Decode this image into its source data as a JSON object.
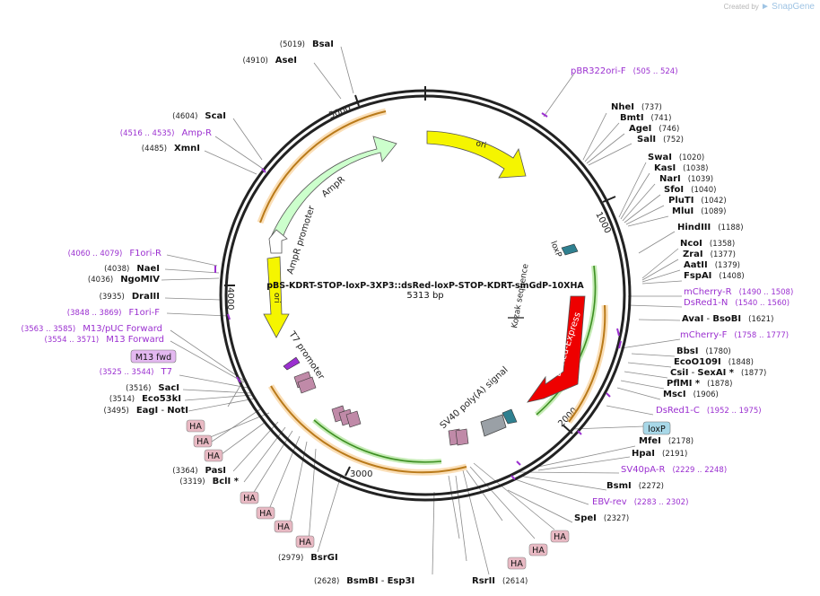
{
  "branding": {
    "created_by": "Created by",
    "app": "SnapGene"
  },
  "plasmid": {
    "name": "pBS-KDRT-STOP-loxP-3XP3::dsRed-loxP-STOP-KDRT-smGdP-10XHA",
    "length_text": "5313 bp",
    "length": 5313
  },
  "ticks": [
    "1000",
    "2000",
    "3000",
    "4000",
    "5000"
  ],
  "features": {
    "ori": "ori",
    "ampr": "AmpR",
    "ampr_promoter": "AmpR promoter",
    "ori_left": "ori",
    "t7_promoter": "T7 promoter",
    "loxp": "loxP",
    "kozak": "Kozak sequence",
    "dsred": "DsRed-Express",
    "sv40": "SV40 poly(A) signal"
  },
  "box_labels": {
    "m13fwd": "M13 fwd",
    "loxp_box": "loxP",
    "ha": "HA"
  },
  "right_labels": [
    {
      "name": "pBR322ori-F",
      "pos": "(505 .. 524)",
      "primer": true
    },
    {
      "name": "NheI",
      "pos": "(737)"
    },
    {
      "name": "BmtI",
      "pos": "(741)"
    },
    {
      "name": "AgeI",
      "pos": "(746)"
    },
    {
      "name": "SalI",
      "pos": "(752)"
    },
    {
      "name": "SwaI",
      "pos": "(1020)"
    },
    {
      "name": "KasI",
      "pos": "(1038)"
    },
    {
      "name": "NarI",
      "pos": "(1039)"
    },
    {
      "name": "SfoI",
      "pos": "(1040)"
    },
    {
      "name": "PluTI",
      "pos": "(1042)"
    },
    {
      "name": "MluI",
      "pos": "(1089)"
    },
    {
      "name": "HindIII",
      "pos": "(1188)"
    },
    {
      "name": "NcoI",
      "pos": "(1358)"
    },
    {
      "name": "ZraI",
      "pos": "(1377)"
    },
    {
      "name": "AatII",
      "pos": "(1379)"
    },
    {
      "name": "FspAI",
      "pos": "(1408)"
    },
    {
      "name": "mCherry-R",
      "pos": "(1490 .. 1508)",
      "primer": true
    },
    {
      "name": "DsRed1-N",
      "pos": "(1540 .. 1560)",
      "primer": true
    },
    {
      "name": "AvaI",
      "name2": "BsoBI",
      "pos": "(1621)"
    },
    {
      "name": "mCherry-F",
      "pos": "(1758 .. 1777)",
      "primer": true
    },
    {
      "name": "BbsI",
      "pos": "(1780)"
    },
    {
      "name": "EcoO109I",
      "pos": "(1848)"
    },
    {
      "name": "CsiI",
      "name2": "SexAI *",
      "pos": "(1877)"
    },
    {
      "name": "PflMI *",
      "pos": "(1878)"
    },
    {
      "name": "MscI",
      "pos": "(1906)"
    },
    {
      "name": "DsRed1-C",
      "pos": "(1952 .. 1975)",
      "primer": true
    },
    {
      "name": "MfeI",
      "pos": "(2178)"
    },
    {
      "name": "HpaI",
      "pos": "(2191)"
    },
    {
      "name": "SV40pA-R",
      "pos": "(2229 .. 2248)",
      "primer": true
    },
    {
      "name": "BsmI",
      "pos": "(2272)"
    },
    {
      "name": "EBV-rev",
      "pos": "(2283 .. 2302)",
      "primer": true
    },
    {
      "name": "SpeI",
      "pos": "(2327)"
    }
  ],
  "bottom_labels": [
    {
      "name": "RsrII",
      "pos": "(2614)"
    },
    {
      "name": "BsmBI",
      "name2": "Esp3I",
      "pos": "(2628)"
    },
    {
      "name": "BsrGI",
      "pos": "(2979)"
    }
  ],
  "left_labels": [
    {
      "name": "BsaI",
      "pos": "(5019)"
    },
    {
      "name": "AseI",
      "pos": "(4910)"
    },
    {
      "name": "ScaI",
      "pos": "(4604)"
    },
    {
      "name": "Amp-R",
      "pos": "(4516 .. 4535)",
      "primer": true
    },
    {
      "name": "XmnI",
      "pos": "(4485)"
    },
    {
      "name": "F1ori-R",
      "pos": "(4060 .. 4079)",
      "primer": true
    },
    {
      "name": "NaeI",
      "pos": "(4038)"
    },
    {
      "name": "NgoMIV",
      "pos": "(4036)"
    },
    {
      "name": "DraIII",
      "pos": "(3935)"
    },
    {
      "name": "F1ori-F",
      "pos": "(3848 .. 3869)",
      "primer": true
    },
    {
      "name": "M13/pUC Forward",
      "pos": "(3563 .. 3585)",
      "primer": true
    },
    {
      "name": "M13 Forward",
      "pos": "(3554 .. 3571)",
      "primer": true
    },
    {
      "name": "T7",
      "pos": "(3525 .. 3544)",
      "primer": true
    },
    {
      "name": "SacI",
      "pos": "(3516)"
    },
    {
      "name": "Eco53kI",
      "pos": "(3514)"
    },
    {
      "name": "EagI",
      "name2": "NotI",
      "pos": "(3495)"
    },
    {
      "name": "PasI",
      "pos": "(3364)"
    },
    {
      "name": "BclI *",
      "pos": "(3319)"
    }
  ],
  "colors": {
    "backbone": "#222222",
    "primer": "#9b30d0",
    "ori": "#f5f500",
    "ampr": "#ccffcc",
    "dsred": "#ee0000",
    "orange_arrow": "#c88a20",
    "green_arrow": "#4aa02c",
    "ha_box": "#e8b9c3",
    "loxp_box": "#a8d8e8",
    "m13_box": "#e3b8f0"
  }
}
